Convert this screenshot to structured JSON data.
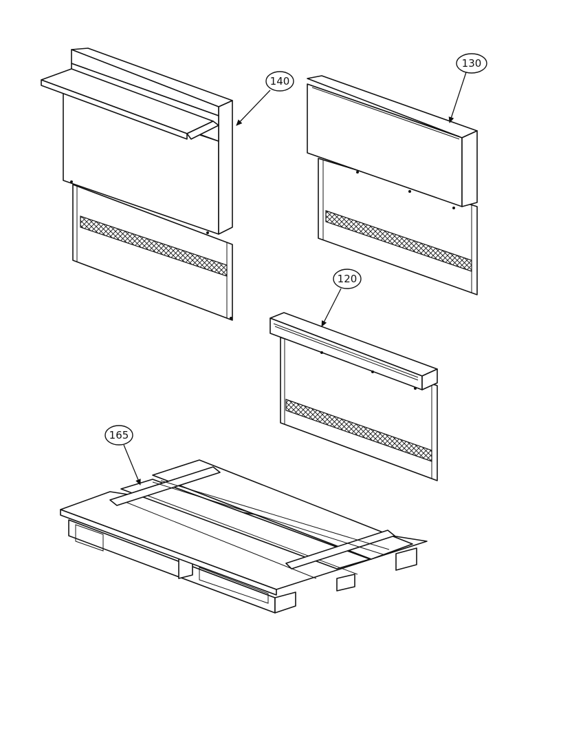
{
  "callouts": {
    "c140": "140",
    "c130": "130",
    "c120": "120",
    "c165": "165"
  }
}
